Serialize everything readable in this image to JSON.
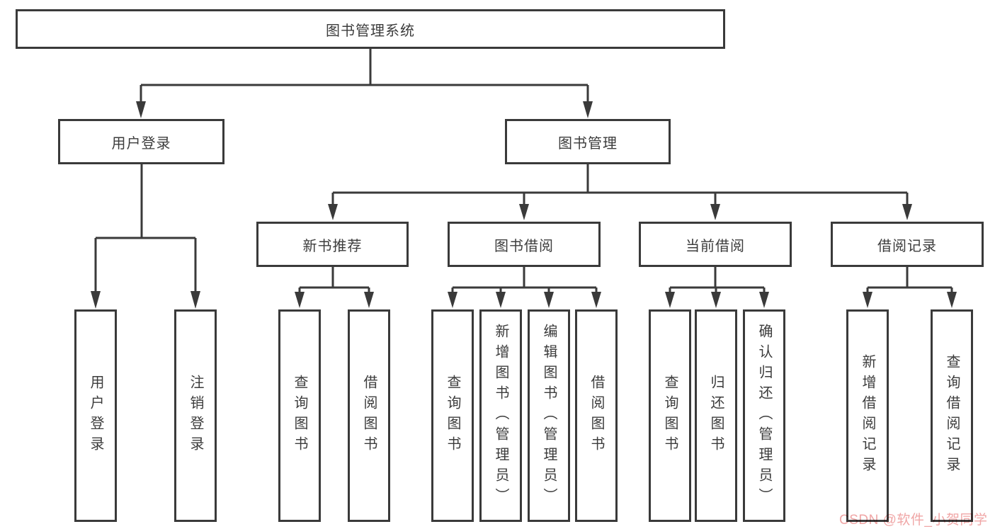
{
  "tree": {
    "root": {
      "label": "图书管理系统"
    },
    "branches": [
      {
        "label": "用户登录",
        "children": [
          {
            "label": "用户登录"
          },
          {
            "label": "注销登录"
          }
        ]
      },
      {
        "label": "图书管理",
        "groups": [
          {
            "label": "新书推荐",
            "children": [
              {
                "label": "查询图书"
              },
              {
                "label": "借阅图书"
              }
            ]
          },
          {
            "label": "图书借阅",
            "children": [
              {
                "label": "查询图书"
              },
              {
                "label": "新增图书（管理员）"
              },
              {
                "label": "编辑图书（管理员）"
              },
              {
                "label": "借阅图书"
              }
            ]
          },
          {
            "label": "当前借阅",
            "children": [
              {
                "label": "查询图书"
              },
              {
                "label": "归还图书"
              },
              {
                "label": "确认归还（管理员）"
              }
            ]
          },
          {
            "label": "借阅记录",
            "children": [
              {
                "label": "新增借阅记录"
              },
              {
                "label": "查询借阅记录"
              }
            ]
          }
        ]
      }
    ]
  },
  "watermark": {
    "text": "CSDN @软件_小贺同学"
  },
  "colors": {
    "line": "#3a3a3a",
    "box_border": "#3a3a3a",
    "text": "#3c3c3c",
    "box_background": "#ffffff",
    "page_background": "#ffffff",
    "watermark": "#f0a6a6"
  }
}
